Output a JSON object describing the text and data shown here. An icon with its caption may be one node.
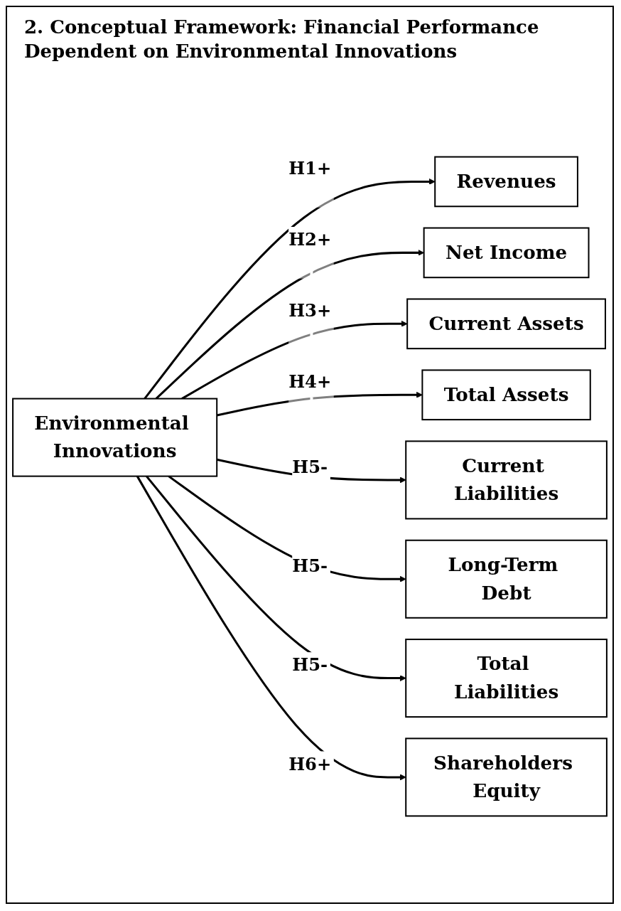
{
  "diagram": {
    "title": "2. Conceptual Framework: Financial Performance Dependent on Environmental Innovations",
    "nodes": [
      {
        "text": [
          "Environmental Innovations"
        ]
      },
      {
        "text": [
          "Revenues"
        ]
      },
      {
        "text": [
          "Net Income"
        ]
      },
      {
        "text": [
          "Current Assets"
        ]
      },
      {
        "text": [
          "Total Assets"
        ]
      },
      {
        "text": [
          "Current Liabilities"
        ]
      },
      {
        "text": [
          "Long-Term Debt"
        ]
      },
      {
        "text": [
          "Total Liabilities"
        ]
      },
      {
        "text": [
          "Shareholders Equity"
        ]
      }
    ],
    "edges": [
      {
        "from": 0,
        "to": 1,
        "arrow": "to",
        "label": "H1+"
      },
      {
        "from": 0,
        "to": 2,
        "arrow": "to",
        "label": "H2+"
      },
      {
        "from": 0,
        "to": 3,
        "arrow": "to",
        "label": "H3+"
      },
      {
        "from": 0,
        "to": 4,
        "arrow": "to",
        "label": "H4+"
      },
      {
        "from": 0,
        "to": 5,
        "arrow": "to",
        "label": "H5-"
      },
      {
        "from": 0,
        "to": 6,
        "arrow": "to",
        "label": "H5-"
      },
      {
        "from": 0,
        "to": 7,
        "arrow": "to",
        "label": "H5-"
      },
      {
        "from": 0,
        "to": 8,
        "arrow": "to",
        "label": "H6+"
      }
    ]
  }
}
